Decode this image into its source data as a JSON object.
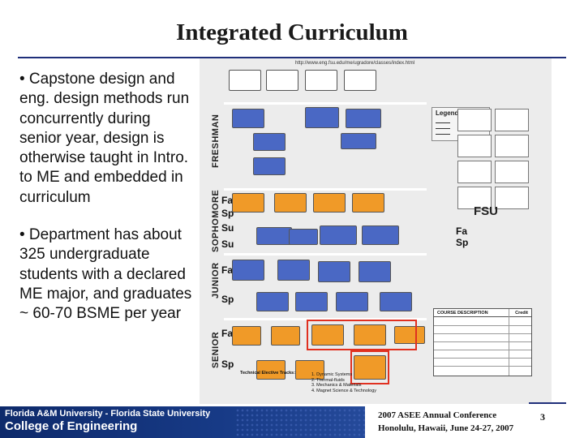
{
  "slide": {
    "title": "Integrated Curriculum",
    "bullets": [
      "• Capstone design and eng. design methods run concurrently during senior year, design is otherwise taught in Intro. to ME and embedded in curriculum",
      "• Department has about 325 undergraduate students with a declared ME major, and graduates ~ 60-70 BSME per year"
    ]
  },
  "figure": {
    "url": "http://www.eng.fsu.edu/me/ugradore/classes/index.html",
    "years": [
      "FRESHMAN",
      "SOPHOMORE",
      "JUNIOR",
      "SENIOR"
    ],
    "terms": {
      "fa": "Fa",
      "sp": "Sp",
      "su": "Su"
    },
    "legend_title": "Legend",
    "logo": "FSU",
    "description_header": "COURSE DESCRIPTION",
    "description_credit": "Credit",
    "tech_label": "Technical Elective Tracks:",
    "tech_tracks": [
      "1. Dynamic Systems",
      "2. Thermal-fluids",
      "3. Mechanics & Materials",
      "4. Magnet Science & Technology"
    ],
    "colors": {
      "core": "#4a68c4",
      "me": "#f09a28",
      "highlight": "#e03020"
    }
  },
  "footer": {
    "institution_line1": "Florida A&M University - Florida State University",
    "institution_line2": "College of Engineering",
    "conference_line1": "2007 ASEE Annual Conference",
    "conference_line2": "Honolulu, Hawaii, June 24-27, 2007",
    "page_number": "3"
  }
}
